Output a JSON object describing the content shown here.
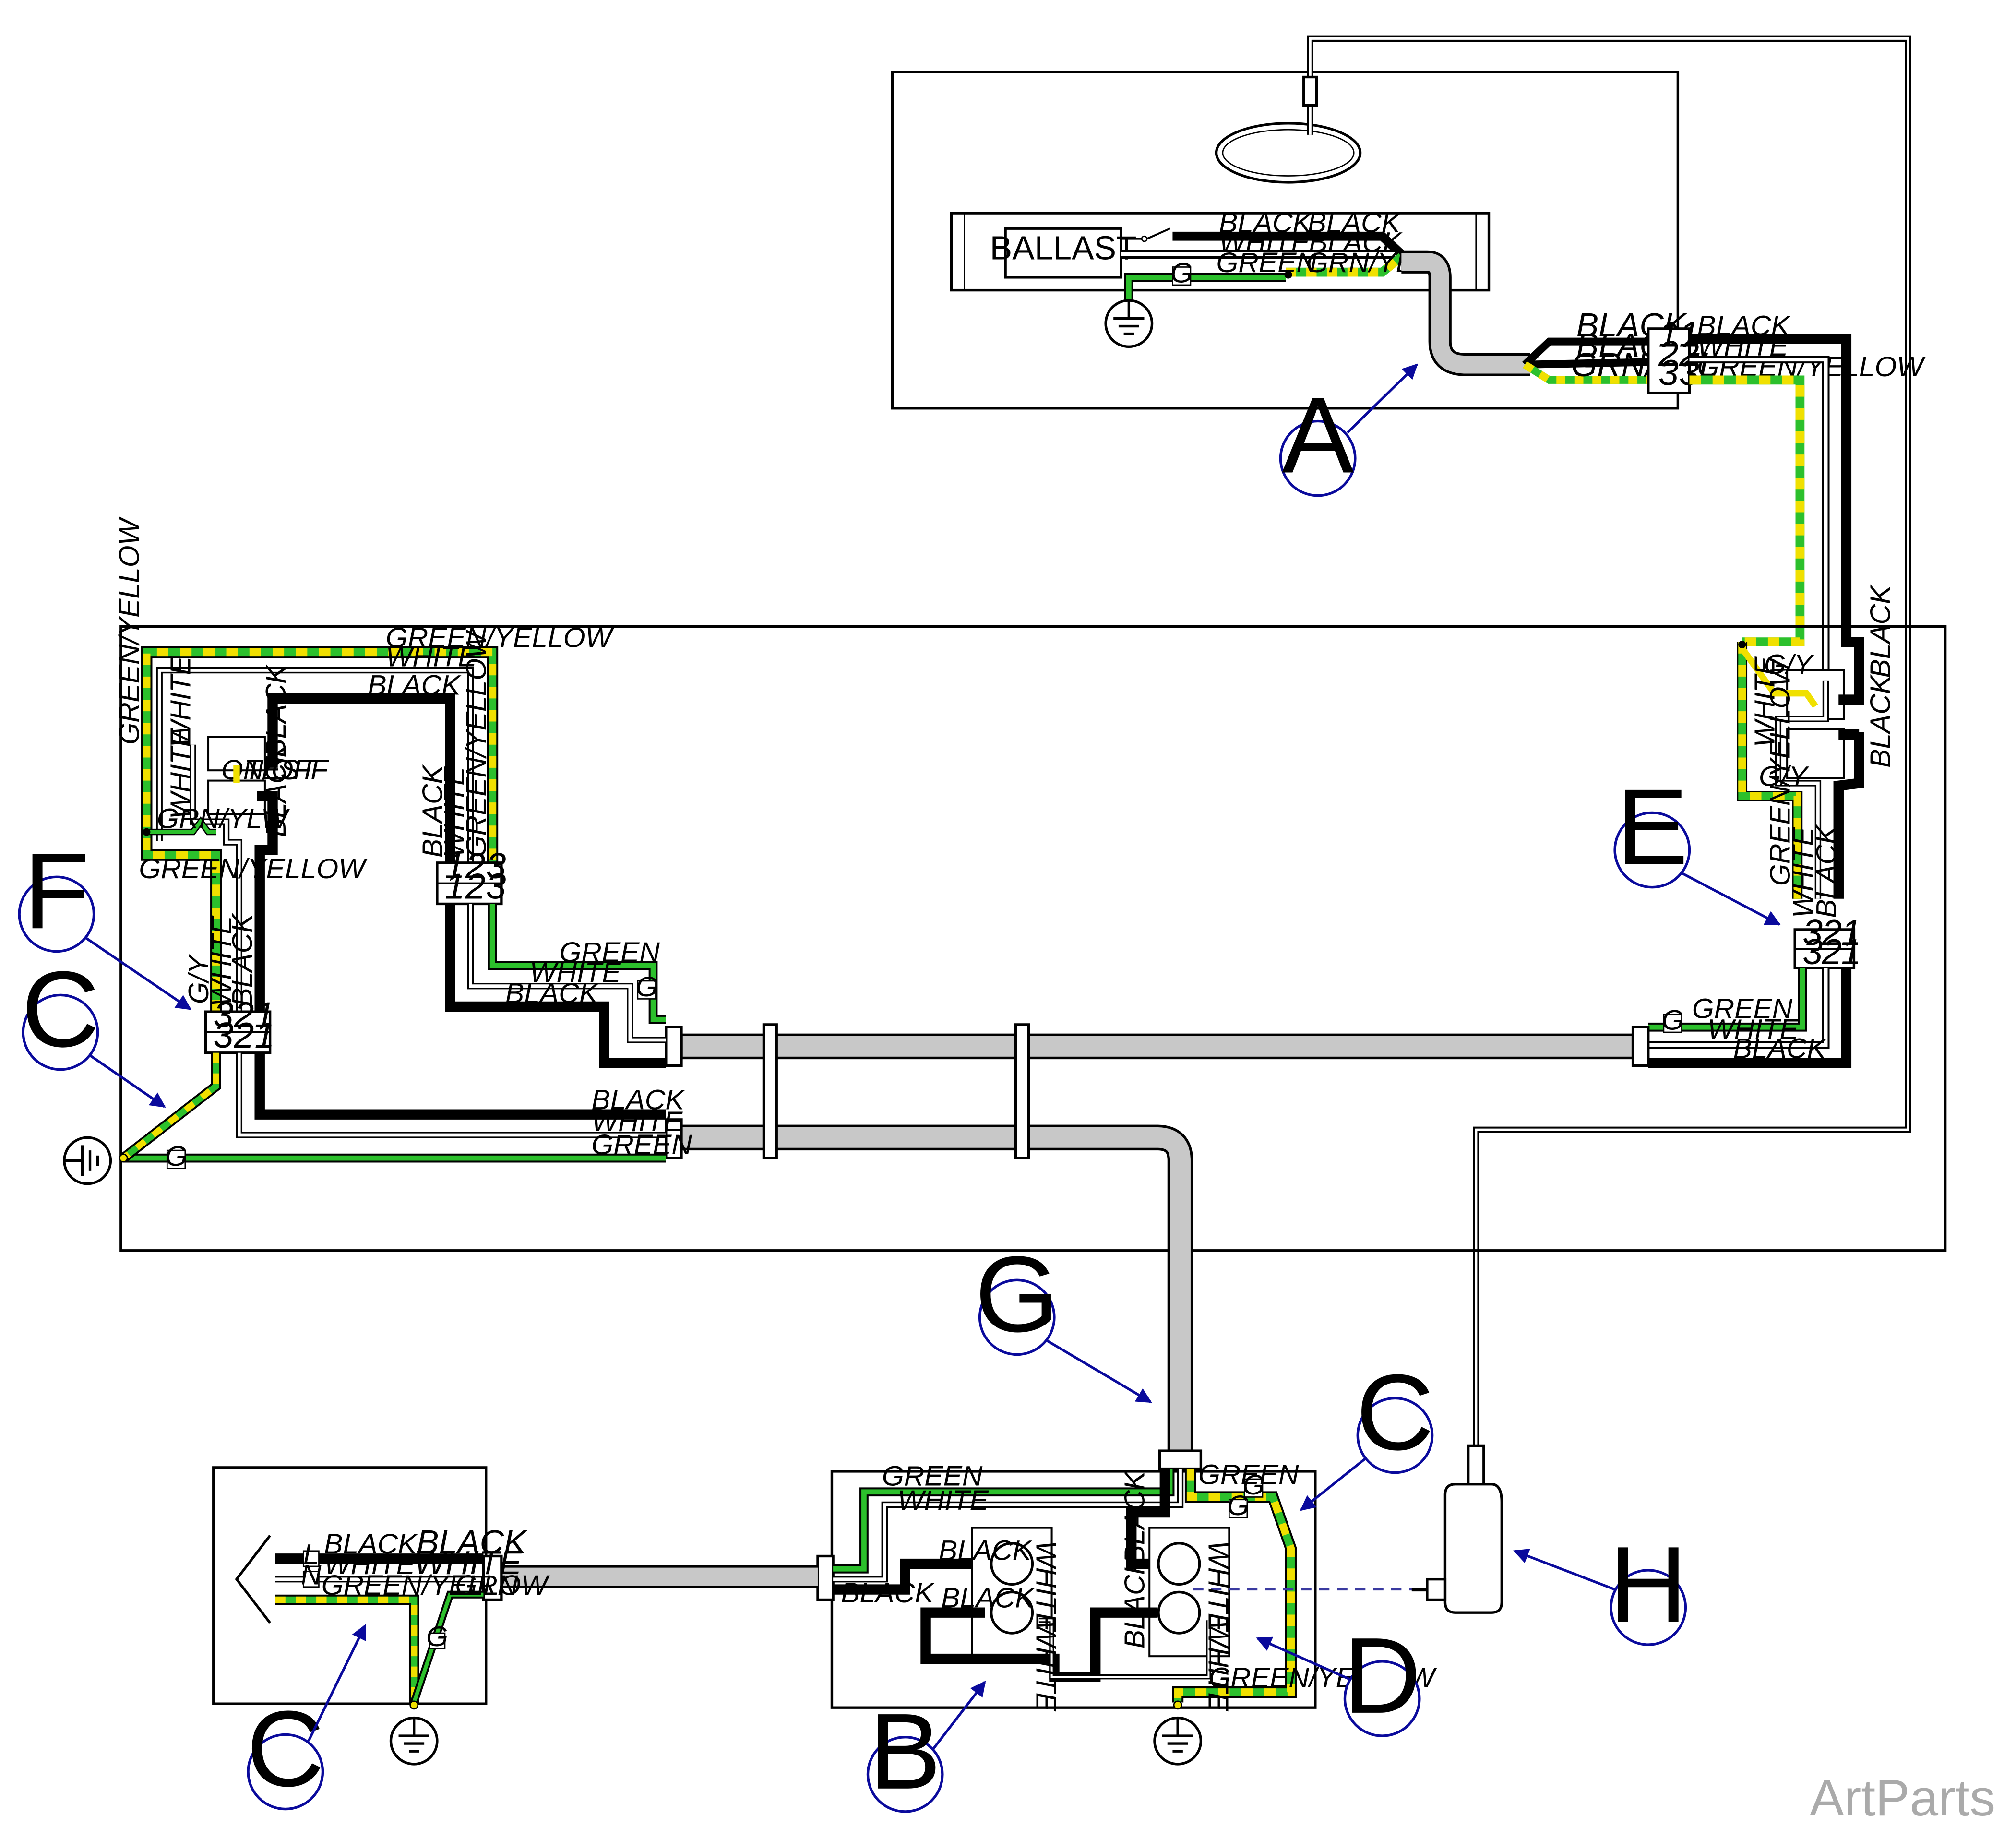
{
  "diagram": {
    "callouts": {
      "a": "A",
      "b": "B",
      "c1": "C",
      "c2": "C",
      "c3": "C",
      "d": "D",
      "e": "E",
      "f": "F",
      "g": "G",
      "h": "H"
    },
    "lamp": {
      "ballast": "BALLAST",
      "wire_black_1": "BLACK",
      "wire_white": "WHITE",
      "wire_green": "GREEN",
      "wire_black_2": "BLACK",
      "wire_black_3": "BLACK",
      "wire_grn_yel": "GRN/YEL",
      "ground_tag": "G"
    },
    "lamp_connector": {
      "in_black_1": "BLACK",
      "in_black_2": "BLACK",
      "in_grn_yel": "GRN/YEL",
      "out_black": "BLACK",
      "out_white": "WHITE",
      "out_green_yellow": "GREEN/YELLOW",
      "pins": [
        "1",
        "2",
        "3"
      ]
    },
    "panel_right": {
      "black_top": "BLACK",
      "black_mid": "BLACK",
      "gy": "G/Y",
      "white": "WHITE",
      "green_yellow": "GREEN/YELLOW",
      "white_2": "WHITE",
      "black_2": "BLACK",
      "pins": [
        "3",
        "2",
        "1"
      ],
      "green": "GREEN",
      "white_3": "WHITE",
      "black_3": "BLACK",
      "ground_tag": "G"
    },
    "panel_left": {
      "green_yellow_top": "GREEN/YELLOW",
      "white_top": "WHITE",
      "black_top": "BLACK",
      "green_yellow_side": "GREEN/YELLOW",
      "white_1": "WHITE",
      "white_2": "WHITE",
      "black_1": "BLACK",
      "black_2": "BLACK",
      "grn_ylw": "GRN/YLW",
      "green_yellow_low": "GREEN/YELLOW",
      "switch_label_1": "ON/OFF",
      "switch_label_2": "TEST",
      "mid_black": "BLACK",
      "mid_white": "WHITE",
      "mid_green_yellow": "GREEN/YELLOW",
      "mid_pins": [
        "1",
        "2",
        "3"
      ],
      "mid_green": "GREEN",
      "mid_white_2": "WHITE",
      "mid_black_2": "BLACK",
      "mid_ground_tag": "G",
      "f_gy": "G/Y",
      "f_white": "WHITE",
      "f_black": "BLACK",
      "f_pins": [
        "3",
        "2",
        "1"
      ],
      "low_black": "BLACK",
      "low_white": "WHITE",
      "low_green": "GREEN",
      "ground_tag": "G"
    },
    "outlet_box": {
      "green": "GREEN",
      "white": "WHITE",
      "black_1": "BLACK",
      "black_2": "BLACK",
      "black_3": "BLACK",
      "white_r1": "WHITE",
      "white_r2": "WHITE",
      "black_4": "BLACK",
      "black_5": "BLACK",
      "white_r3": "WHITE",
      "white_r4": "WHITE",
      "green_top": "GREEN",
      "green_yellow": "GREEN/YELLOW",
      "ground_tag_1": "G",
      "ground_tag_2": "G"
    },
    "plug_box": {
      "black_s": "BLACK",
      "black_l": "BLACK",
      "white_s": "WHITE",
      "white_l": "WHITE",
      "green_yellow": "GREEN/YELLOW",
      "grn": "GRN",
      "term_l": "L",
      "term_n": "N",
      "ground_tag": "G"
    },
    "watermark": "ArtParts"
  }
}
